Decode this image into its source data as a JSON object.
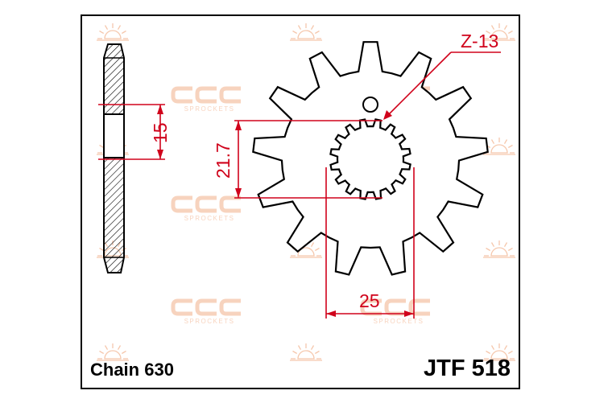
{
  "watermark": {
    "brand": "SPROCKETS",
    "icon": "sun-logo-icon"
  },
  "diagram": {
    "teeth_label": "Z-13",
    "thickness_label": "15",
    "spline_label": "21.7",
    "center_label": "25"
  },
  "footer": {
    "chain": "Chain 630",
    "part_number": "JTF 518"
  },
  "colors": {
    "dimension": "#d0021b",
    "outline": "#000000",
    "watermark": "#f2b08a"
  }
}
